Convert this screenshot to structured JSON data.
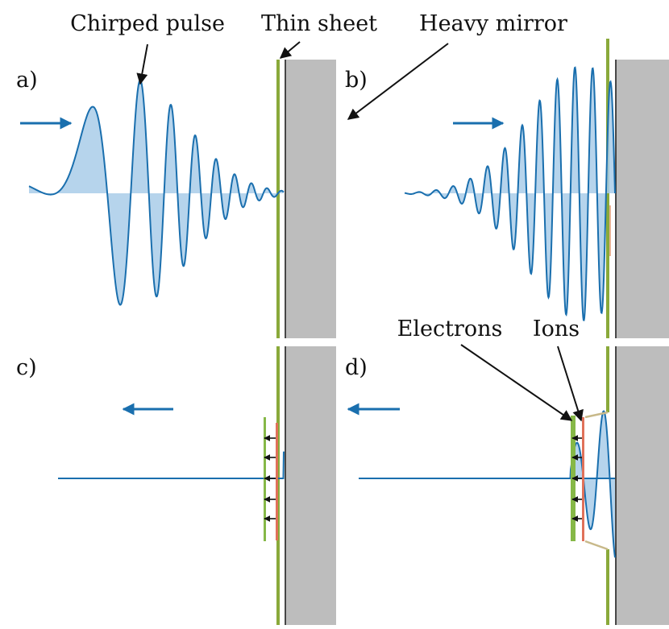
{
  "labels": {
    "chirped_pulse": "Chirped pulse",
    "thin_sheet": "Thin sheet",
    "heavy_mirror": "Heavy mirror",
    "electrons": "Electrons",
    "ions": "Ions"
  },
  "panels": [
    {
      "id": "a",
      "label": "a)"
    },
    {
      "id": "b",
      "label": "b)"
    },
    {
      "id": "c",
      "label": "c)"
    },
    {
      "id": "d",
      "label": "d)"
    }
  ],
  "colors": {
    "wave": "#1a6fae",
    "wave_fill": "#a9cde9",
    "sheet": "#8aa93a",
    "electron_layer": "#86b847",
    "ion_layer": "#e0715a",
    "mirror": "#bdbdbd",
    "mirror_edge": "#222222",
    "arrow": "#1a6fae"
  }
}
